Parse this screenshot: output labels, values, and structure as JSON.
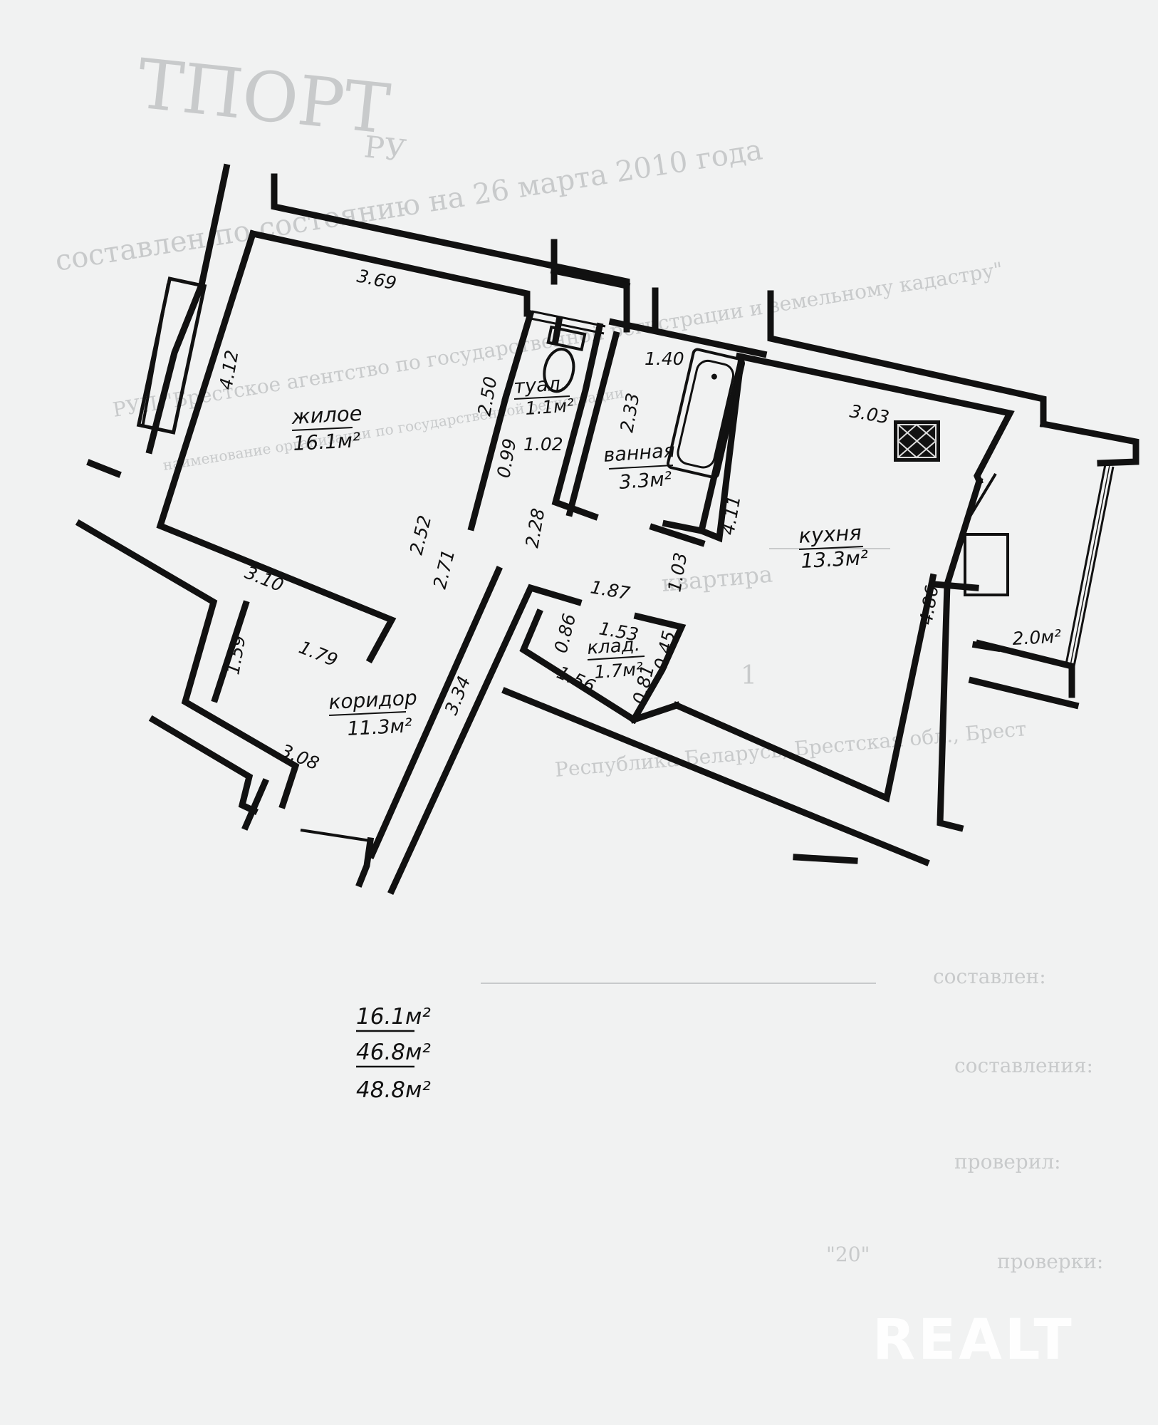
{
  "watermark": "REALT",
  "rooms": {
    "living": {
      "name": "жилое",
      "area": "16.1м²"
    },
    "toilet": {
      "name": "туал.",
      "area": "1.1м²"
    },
    "bathroom": {
      "name": "ванная",
      "area": "3.3м²"
    },
    "kitchen": {
      "name": "кухня",
      "area": "13.3м²"
    },
    "corridor": {
      "name": "коридор",
      "area": "11.3м²"
    },
    "storage": {
      "name": "клад.",
      "area": "1.7м²"
    },
    "balcony": {
      "area": "2.0м²"
    }
  },
  "dimensions": {
    "d369": "3.69",
    "d412": "4.12",
    "d250": "2.50",
    "d099": "0.99",
    "d102": "1.02",
    "d252": "2.52",
    "d271": "2.71",
    "d228": "2.28",
    "d233": "2.33",
    "d140": "1.40",
    "d303": "3.03",
    "d411": "4.11",
    "d103": "1.03",
    "d187": "1.87",
    "d310": "3.10",
    "d159": "1.59",
    "d179": "1.79",
    "d308": "3.08",
    "d334": "3.34",
    "d086": "0.86",
    "d153": "1.53",
    "d156": "1.56",
    "d045": "0.45",
    "d081": "0.81",
    "d486": "4.86"
  },
  "totals": {
    "living": "16.1м²",
    "total": "46.8м²",
    "with_balcony": "48.8м²"
  },
  "background_text": {
    "title": "ТПОРТ",
    "subtitle": "РУ",
    "line1": "составлен по состоянию на 26 марта 2010 года",
    "line2": "РУП \"Брестское агентство по государственной регистрации и земельному кадастру\"",
    "line3": "наименование организации по государственной регистрации",
    "line4": "квартира",
    "line5": "1",
    "line6": "Республика Беларусь, Брестская обл., Брест",
    "line7": "составлен:",
    "line8": "составления:",
    "line9": "проверил:",
    "line10": "\"20\"",
    "line11": "проверки:"
  }
}
